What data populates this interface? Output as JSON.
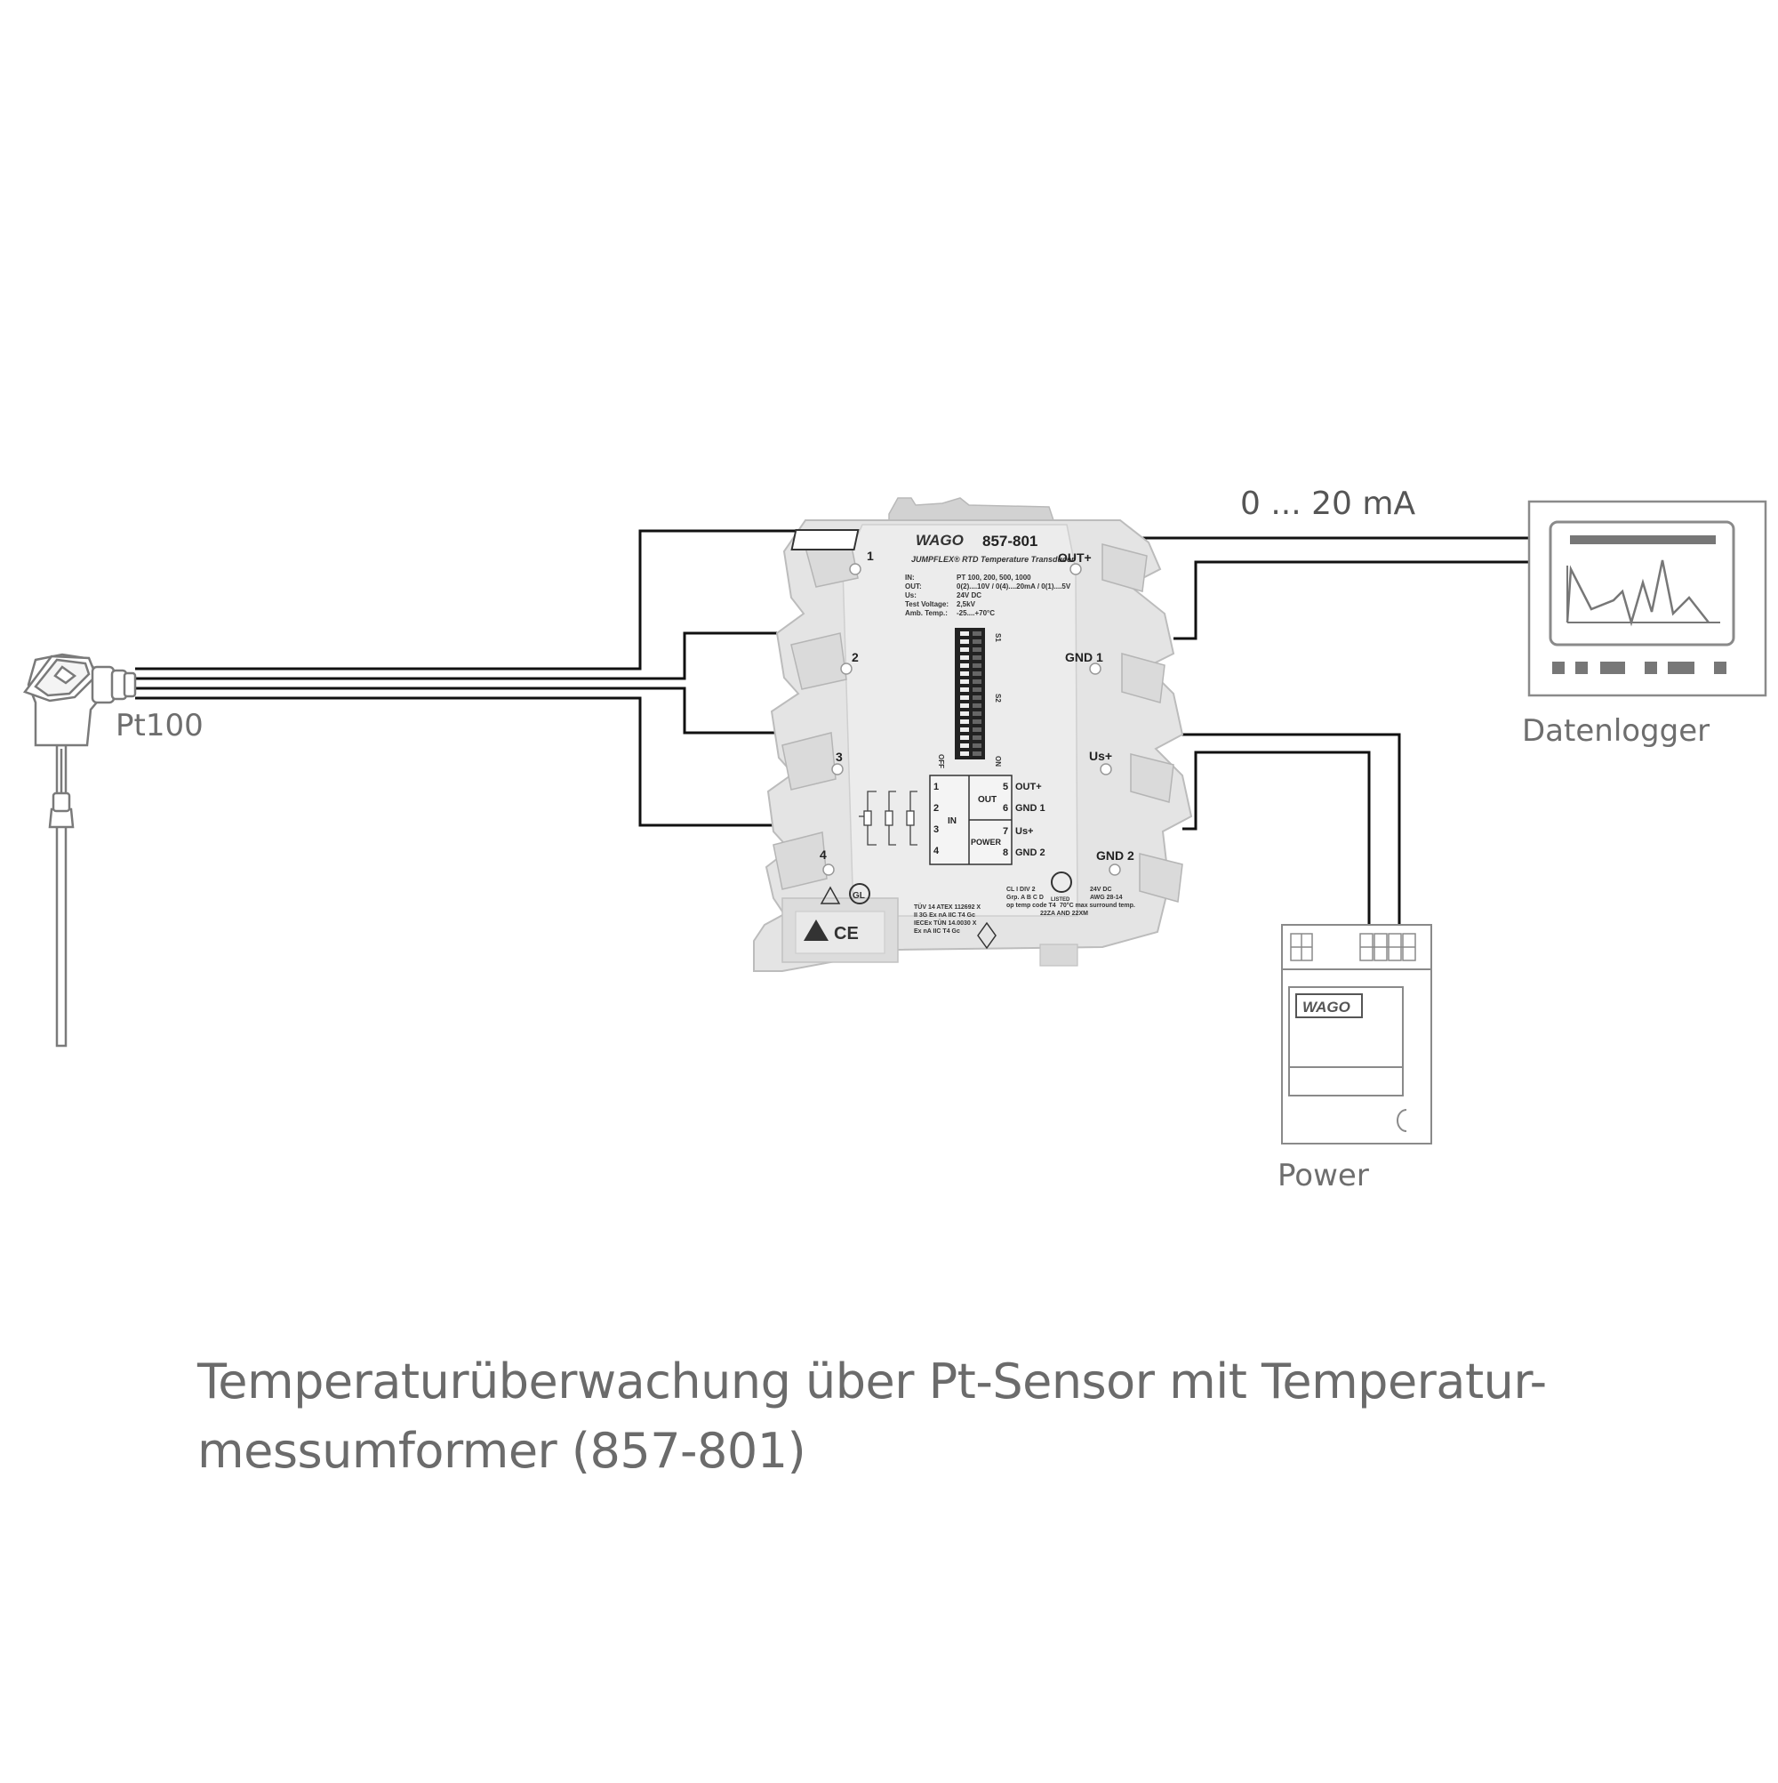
{
  "labels": {
    "signal": "0 ... 20 mA",
    "sensor": "Pt100",
    "logger": "Datenlogger",
    "power": "Power"
  },
  "device": {
    "brand": "WAGO",
    "model": "857-801",
    "product_line": "JUMPFLEX® RTD Temperature Transducer",
    "specs": [
      {
        "key": "IN:",
        "value": "PT 100, 200, 500, 1000"
      },
      {
        "key": "OUT:",
        "value": "0(2)....10V / 0(4)....20mA / 0(1)....5V"
      },
      {
        "key": "Us:",
        "value": "24V DC"
      },
      {
        "key": "Test Voltage:",
        "value": "2,5kV"
      },
      {
        "key": "Amb. Temp.:",
        "value": "-25....+70°C"
      }
    ],
    "terminals_left": [
      "1",
      "2",
      "3",
      "4"
    ],
    "terminals_right": [
      "OUT+",
      "GND 1",
      "Us+",
      "GND 2"
    ],
    "dip_labels": [
      "S1",
      "S2",
      "ON",
      "OFF"
    ],
    "block": {
      "left_nums": [
        "1",
        "2",
        "3",
        "4"
      ],
      "in_label": "IN",
      "out_label": "OUT",
      "power_label": "POWER",
      "right_nums": [
        "5",
        "6",
        "7",
        "8"
      ],
      "right_labels": [
        "OUT+",
        "GND 1",
        "Us+",
        "GND 2"
      ]
    },
    "cert_left": [
      "TÜV 14 ATEX 112692 X",
      "II 3G Ex nA IIC T4 Gc",
      "IECEx TÜN 14.0030 X",
      "Ex nA IIC T4 Gc"
    ],
    "cert_right_a": [
      "CL I DIV 2",
      "Grp. A B C D",
      "op temp code T4"
    ],
    "cert_right_b": [
      "24V DC",
      "AWG 28-14",
      "70°C max surround temp.",
      "22ZA AND 22XM"
    ],
    "listed": "LISTED",
    "ce": "CE",
    "gl": "GL"
  },
  "power_brand": "WAGO",
  "caption": {
    "line1": "Temperaturüberwachung über Pt-Sensor mit Temperatur-",
    "line2": "messumformer (857-801)"
  }
}
